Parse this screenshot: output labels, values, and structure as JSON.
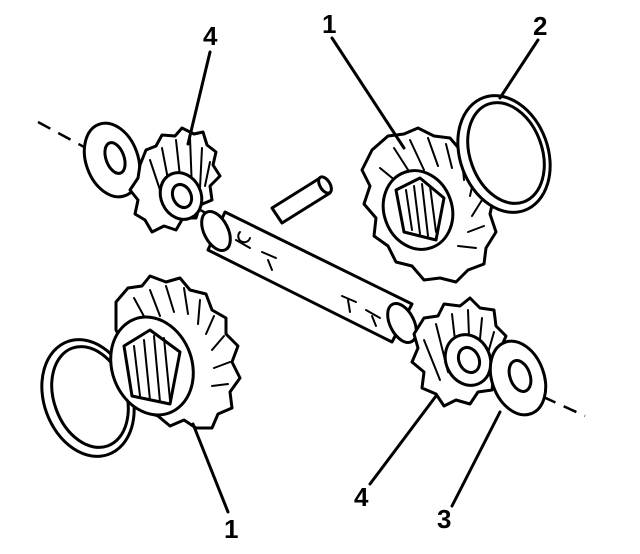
{
  "callouts": {
    "top_left_pinion": "4",
    "top_right_gear": "1",
    "top_right_washer": "2",
    "bottom_left_gear": "1",
    "bottom_right_pinion": "4",
    "bottom_right_washer": "3"
  },
  "colors": {
    "ink": "#000000",
    "paper": "#ffffff"
  }
}
